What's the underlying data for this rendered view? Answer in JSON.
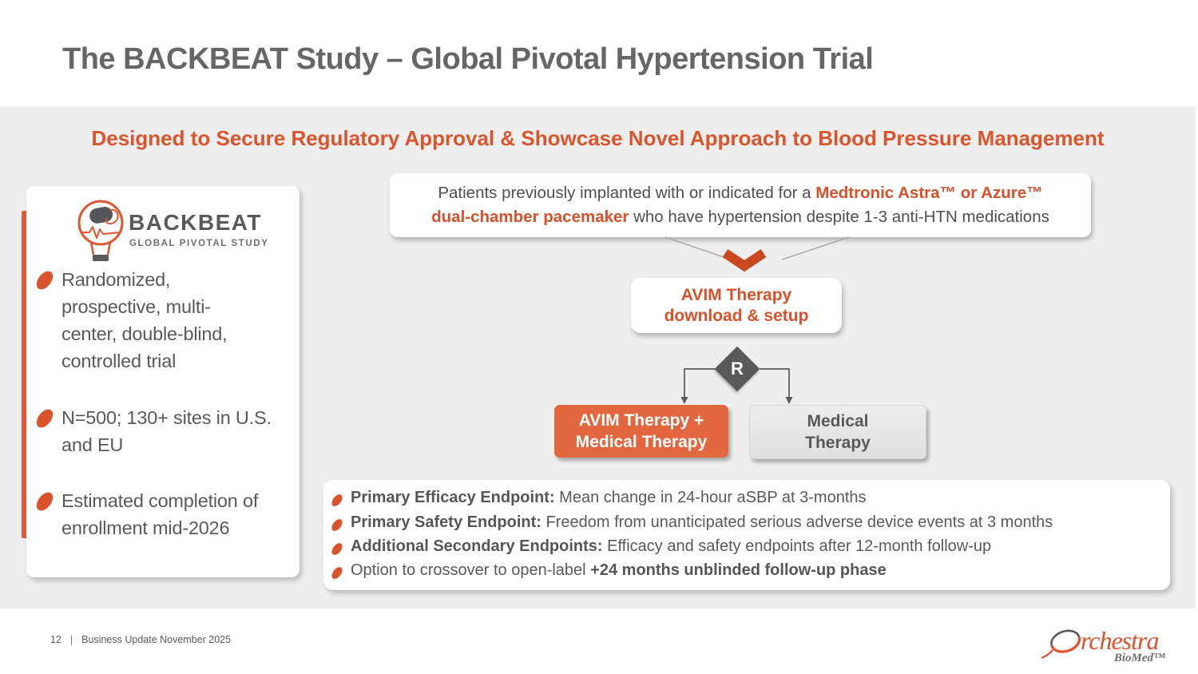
{
  "slide": {
    "title": "The BACKBEAT Study – Global Pivotal Hypertension Trial",
    "subtitle": "Designed to Secure Regulatory Approval & Showcase Novel Approach to Blood Pressure Management"
  },
  "study_card": {
    "logo_name": "BACKBEAT",
    "logo_tagline": "GLOBAL PIVOTAL STUDY",
    "bullets": [
      "Randomized,\nprospective, multi-\ncenter, double-blind,\ncontrolled trial",
      "N=500; 130+ sites in U.S.\nand EU",
      "Estimated completion of\nenrollment mid-2026"
    ]
  },
  "flow": {
    "patient_line1_normal": "Patients previously implanted with or indicated for a ",
    "patient_line1_bold": "Medtronic Astra™ or Azure™",
    "patient_line2_bold": "dual-chamber pacemaker",
    "patient_line2_normal": " who have hypertension despite 1-3 anti-HTN medications",
    "setup_line1": "AVIM Therapy",
    "setup_line2": "download & setup",
    "randomization_label": "R",
    "arm1_line1": "AVIM Therapy +",
    "arm1_line2": "Medical Therapy",
    "arm2_line1": "Medical",
    "arm2_line2": "Therapy"
  },
  "endpoints": [
    {
      "label": "Primary Efficacy Endpoint:",
      "text": " Mean change in 24-hour aSBP at 3-months",
      "pre": ""
    },
    {
      "label": "Primary Safety Endpoint:",
      "text": " Freedom from unanticipated serious adverse device events at 3 months",
      "pre": ""
    },
    {
      "label": "Additional Secondary Endpoints:",
      "text": " Efficacy and safety endpoints after 12-month follow-up",
      "pre": ""
    },
    {
      "label": "+24 months unblinded follow-up phase",
      "text": "",
      "pre": "Option to crossover to open-label "
    }
  ],
  "footer": {
    "page_number": "12",
    "separator": "|",
    "label": "Business Update November 2025"
  },
  "brand": {
    "orchestra_after_o": "rchestra",
    "biomed": "BioMed™"
  },
  "colors": {
    "accent_orange_text": "#D9512B",
    "accent_orange_fill": "#E2663E",
    "accent_orange_bar": "#E05B39",
    "chevron_orange": "#C9481D",
    "diamond_gray": "#58595B",
    "body_gray": "#595959",
    "band_gray": "#EEEEEE"
  }
}
